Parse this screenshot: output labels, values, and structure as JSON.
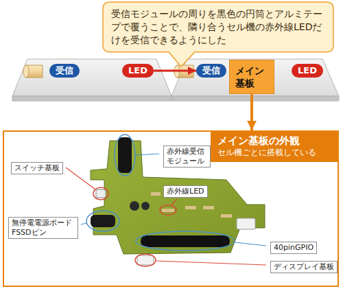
{
  "diagram": {
    "nodes": [
      {
        "text": [
          "受信モジュールの周りを黒色の円筒とアルミテープで覆うことで、隣り合うセル機の赤外線LEDだけを受信できるようにした"
        ]
      },
      {
        "text": [
          "受信"
        ]
      },
      {
        "text": [
          "LED"
        ]
      },
      {
        "text": [
          "受信"
        ]
      },
      {
        "text": [
          "メイン 基板"
        ]
      },
      {
        "text": [
          "LED"
        ]
      },
      {
        "text": [
          "メイン基板の外観",
          "セル機ごとに搭載している"
        ]
      },
      {
        "text": [
          "スイッチ基板"
        ],
        "in": 6
      },
      {
        "text": [
          "赤外線受信 モジュール"
        ],
        "in": 6
      },
      {
        "text": [
          "赤外線LED"
        ],
        "in": 6
      },
      {
        "text": [
          "無停電電源ボード FSSDピン"
        ],
        "in": 6
      },
      {
        "text": [
          "40pinGPIO"
        ],
        "in": 6
      },
      {
        "text": [
          "ディスプレイ基板"
        ],
        "in": 6
      }
    ],
    "edges": [
      {
        "from": 2,
        "to": 3,
        "arrow": "to"
      },
      {
        "from": 4,
        "to": 6,
        "arrow": "to"
      }
    ]
  }
}
